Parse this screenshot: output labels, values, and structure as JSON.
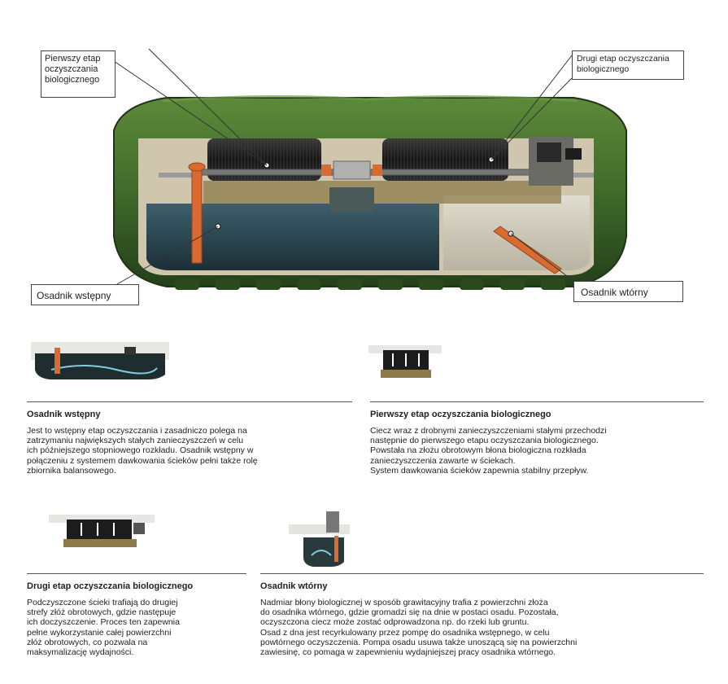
{
  "labels": {
    "stage1": [
      "Pierwszy etap",
      "oczyszczania",
      "biologicznego"
    ],
    "stage2": [
      "Drugi etap oczyszczania",
      "biologicznego"
    ],
    "primary": "Osadnik wstępny",
    "secondary": "Osadnik wtórny"
  },
  "sections": {
    "primary": {
      "title": "Osadnik wstępny",
      "lines": [
        "Jest to wstępny etap oczyszczania i zasadniczo polega na",
        "zatrzymaniu największych stałych zanieczyszczeń w celu",
        "ich późniejszego stopniowego rozkładu. Osadnik wstępny w",
        "połączeniu z systemem dawkowania ścieków pełni także rolę",
        "zbiornika balansowego."
      ]
    },
    "stage1": {
      "title": "Pierwszy etap oczyszczania biologicznego",
      "lines": [
        "Ciecz wraz z drobnymi zanieczyszczeniami stałymi przechodzi",
        "następnie do pierwszego etapu oczyszczania biologicznego.",
        "Powstała na złożu obrotowym błona biologiczna rozkłada",
        "zanieczyszczenia zawarte w ściekach.",
        "System dawkowania ścieków zapewnia stabilny przepływ."
      ]
    },
    "stage2": {
      "title": "Drugi etap oczyszczania biologicznego",
      "lines": [
        "Podczyszczone ścieki trafiają do drugiej",
        "strefy złóż obrotowych, gdzie następuje",
        "ich doczyszczenie. Proces ten zapewnia",
        "pełne wykorzystanie całej powierzchni",
        "złóż obrotowych, co pozwala na",
        "maksymalizację wydajności."
      ]
    },
    "secondary": {
      "title": "Osadnik wtórny",
      "lines": [
        "Nadmiar błony biologicznej w sposób grawitacyjny trafia z powierzchni złoża",
        "do osadnika wtórnego, gdzie gromadzi się na dnie w postaci osadu. Pozostała,",
        "oczyszczona ciecz może zostać odprowadzona np. do rzeki lub gruntu.",
        "Osad z dna jest recyrkulowany przez pompę do osadnika wstępnego, w celu",
        "powtórnego oczyszczenia. Pompa osadu usuwa także unoszącą się na powierzchni",
        "zawiesinę, co pomaga w zapewnieniu wydajniejszej pracy osadnika wtórnego."
      ]
    }
  },
  "colors": {
    "tank_green": "#3f6a2a",
    "tank_dark": "#24401a",
    "water": "#2f4c58",
    "pipe": "#d86a32",
    "drum": "#1d1d1d"
  }
}
